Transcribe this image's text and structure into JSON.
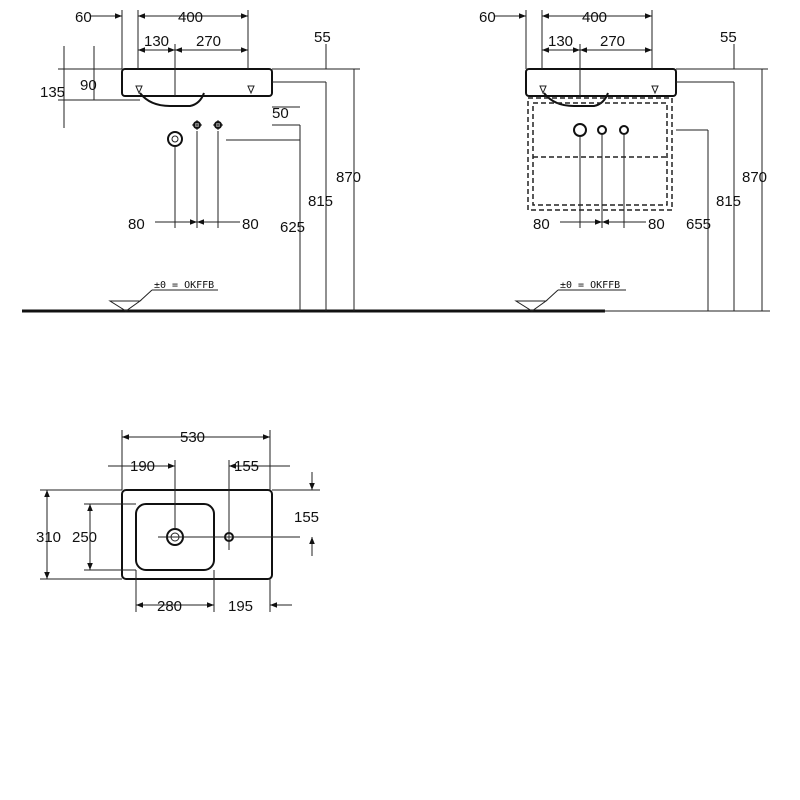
{
  "dimensions": {
    "side_a": {
      "offset_left": "60",
      "width_top": "400",
      "drain_offset": "130",
      "drain_to_tap": "270",
      "right_offset": "55",
      "height_135": "135",
      "height_90": "90",
      "tap_gap": "50",
      "spacing_left": "80",
      "spacing_right": "80",
      "height_625": "625",
      "height_815": "815",
      "height_870": "870"
    },
    "side_b": {
      "offset_left": "60",
      "width_top": "400",
      "drain_offset": "130",
      "drain_to_tap": "270",
      "right_offset": "55",
      "spacing_left": "80",
      "spacing_right": "80",
      "height_655": "655",
      "height_815": "815",
      "height_870": "870"
    },
    "plan": {
      "total_width": "530",
      "bowl_offset": "190",
      "tap_offset": "155",
      "depth_total": "310",
      "depth_bowl": "250",
      "tap_depth": "155",
      "bowl_width": "280",
      "right_width": "195"
    }
  },
  "floor_label_a": "±0 = OKFFB",
  "floor_label_b": "±0 = OKFFB"
}
